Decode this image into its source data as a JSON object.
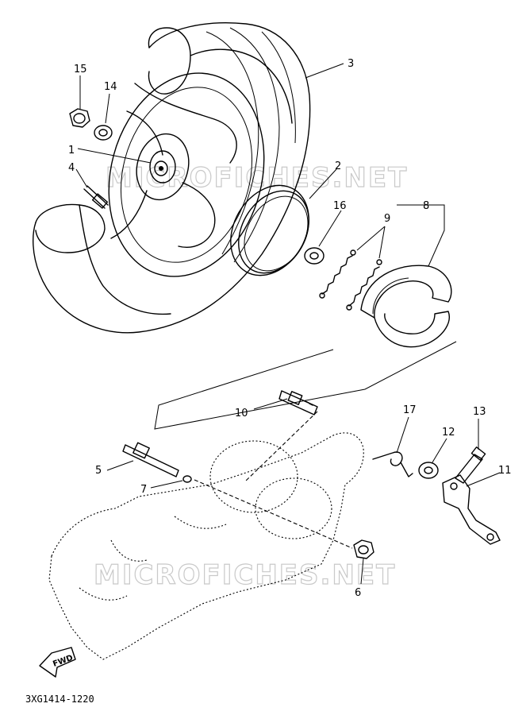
{
  "watermark": "MICROFICHES.NET",
  "diagram_code": "3XG1414-1220",
  "direction_label": "FWD",
  "callouts": [
    "1",
    "2",
    "3",
    "4",
    "5",
    "6",
    "7",
    "8",
    "9",
    "10",
    "11",
    "12",
    "13",
    "14",
    "15",
    "16",
    "17"
  ]
}
